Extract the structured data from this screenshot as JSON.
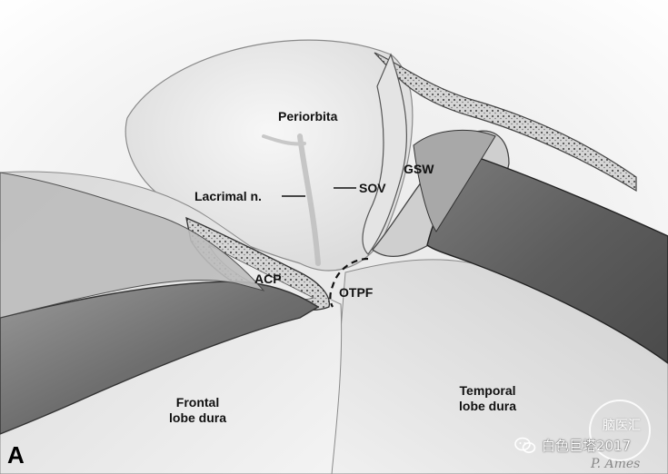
{
  "figure": {
    "panel_letter": "A",
    "labels": {
      "periorbita": "Periorbita",
      "sov": "SOV",
      "gsw": "GSW",
      "lacrimal": "Lacrimal n.",
      "acp": "ACP",
      "otpf": "OTPF",
      "frontal": "Frontal\nlobe dura",
      "temporal": "Temporal\nlobe dura"
    },
    "artist_signature": "P. Ames"
  },
  "watermark": {
    "seal_text": "脑医汇",
    "brand_text": "白色巨塔2017",
    "brand_icon": "wechat-icon"
  }
}
